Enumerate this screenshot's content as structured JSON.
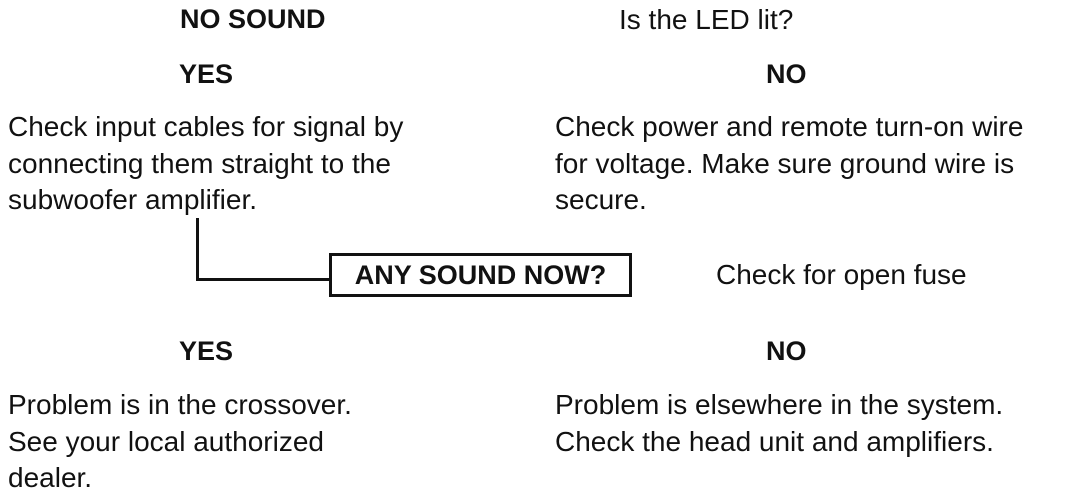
{
  "header": {
    "title": "NO SOUND",
    "question": "Is the LED lit?"
  },
  "first_branch": {
    "yes_label": "YES",
    "no_label": "NO",
    "yes_lines": [
      "Check input cables for signal by",
      "connecting them straight to the",
      "subwoofer amplifier."
    ],
    "no_lines": [
      "Check power and remote turn-on wire",
      "for voltage.  Make sure ground wire is",
      "secure."
    ]
  },
  "middle": {
    "question": "ANY SOUND NOW?",
    "fuse_note": "Check for open fuse"
  },
  "second_branch": {
    "yes_label": "YES",
    "no_label": "NO",
    "yes_lines": [
      "Problem is in the crossover.",
      "See your local authorized",
      "dealer."
    ],
    "no_lines": [
      "Problem is elsewhere in the system.",
      "Check the head unit and amplifiers."
    ]
  }
}
